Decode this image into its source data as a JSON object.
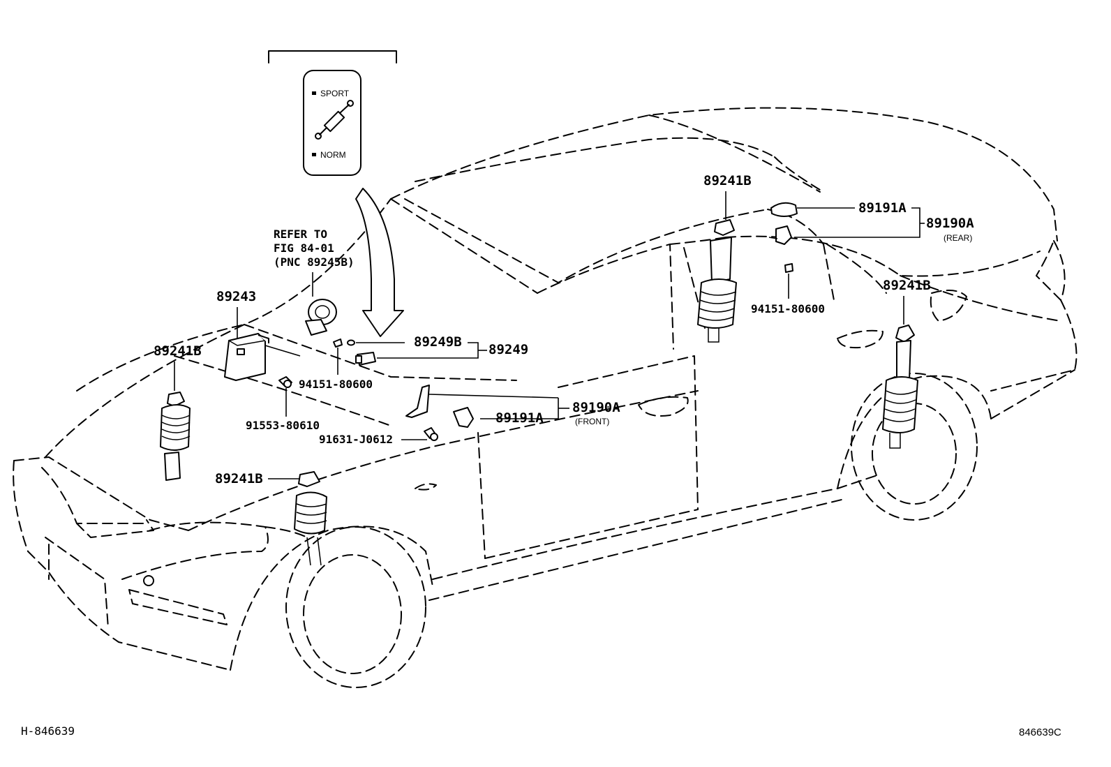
{
  "switch": {
    "sport_label": "SPORT",
    "norm_label": "NORM"
  },
  "labels": {
    "refer_line1": "REFER TO",
    "refer_line2": "FIG 84-01",
    "refer_line3": "(PNC 89245B)",
    "p89243": "89243",
    "p89241b_front_left": "89241B",
    "p89241b_front_right": "89241B",
    "p89241b_rear_left": "89241B",
    "p89241b_rear_right": "89241B",
    "p89249b": "89249B",
    "p89249": "89249",
    "p94151_front": "94151-80600",
    "p94151_rear": "94151-80600",
    "p91553": "91553-80610",
    "p91631": "91631-J0612",
    "p89191a_front": "89191A",
    "p89191a_rear": "89191A",
    "p89190a_front": "89190A",
    "p89190a_front_note": "(FRONT)",
    "p89190a_rear": "89190A",
    "p89190a_rear_note": "(REAR)"
  },
  "footer": {
    "left_code": "H-846639",
    "right_code": "846639C"
  }
}
